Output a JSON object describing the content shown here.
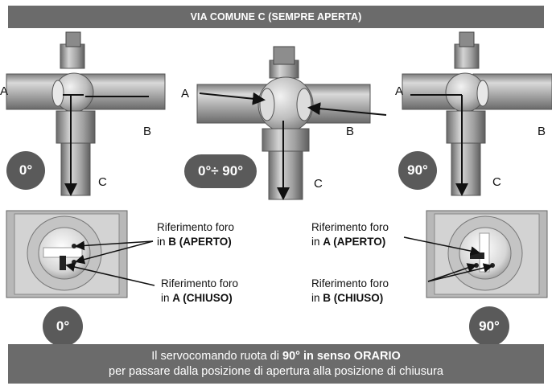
{
  "header": {
    "title": "VIA COMUNE C (SEMPRE APERTA)"
  },
  "angles": {
    "left": "0°",
    "middle": "0°÷ 90°",
    "right": "90°",
    "bottom_left": "0°",
    "bottom_right": "90°"
  },
  "ports": {
    "a": "A",
    "b": "B",
    "c": "C"
  },
  "references": {
    "left_open": {
      "line1": "Riferimento foro",
      "prefix": "in ",
      "port": "B",
      "state": " (APERTO)"
    },
    "left_closed": {
      "line1": "Riferimento foro",
      "prefix": "in ",
      "port": "A",
      "state": " (CHIUSO)"
    },
    "right_open": {
      "line1": "Riferimento foro",
      "prefix": "in ",
      "port": "A",
      "state": " (APERTO)"
    },
    "right_closed": {
      "line1": "Riferimento foro",
      "prefix": "in ",
      "port": "B",
      "state": " (CHIUSO)"
    }
  },
  "footer": {
    "line1_pre": "Il servocomando ruota di ",
    "line1_bold": "90° in senso ORARIO",
    "line2": "per passare dalla posizione di apertura alla posizione di chiusura"
  },
  "colors": {
    "banner": "#6b6b6b",
    "badge": "#5a5a5a",
    "metal": "#a9a9a9"
  }
}
